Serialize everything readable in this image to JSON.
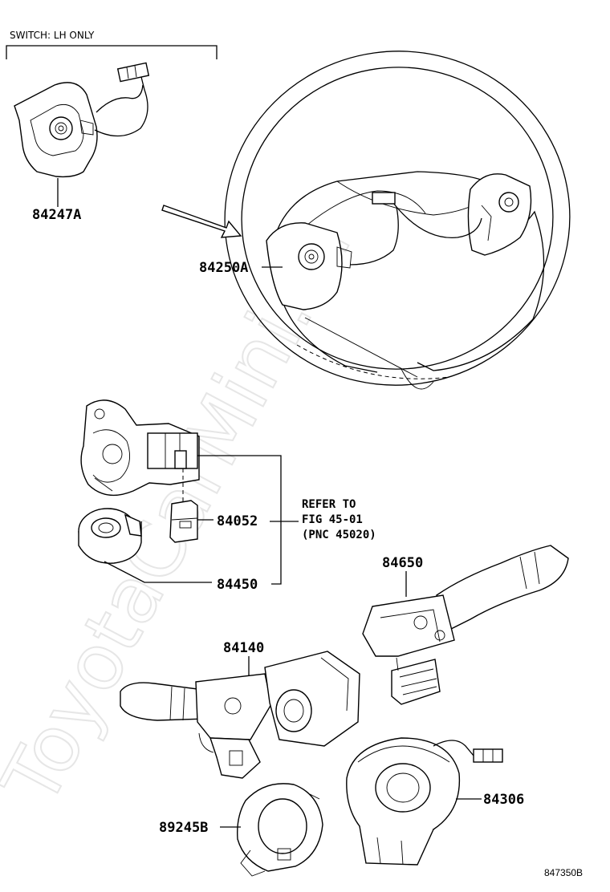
{
  "header_note": "SWITCH: LH ONLY",
  "watermark": "ToyotaCarMini.ru",
  "diagram_code": "847350B",
  "refer": {
    "line1": "REFER TO",
    "line2": "FIG 45-01",
    "line3": "(PNC 45020)"
  },
  "parts": [
    {
      "number": "84247A",
      "name": "switch-lh-only"
    },
    {
      "number": "84250A",
      "name": "steering-pad-switch"
    },
    {
      "number": "84052",
      "name": "ignition-key-cylinder-part"
    },
    {
      "number": "84450",
      "name": "ignition-switch"
    },
    {
      "number": "84650",
      "name": "wiper-switch"
    },
    {
      "number": "84140",
      "name": "turn-signal-switch"
    },
    {
      "number": "89245B",
      "name": "steering-sensor"
    },
    {
      "number": "84306",
      "name": "spiral-cable"
    }
  ]
}
